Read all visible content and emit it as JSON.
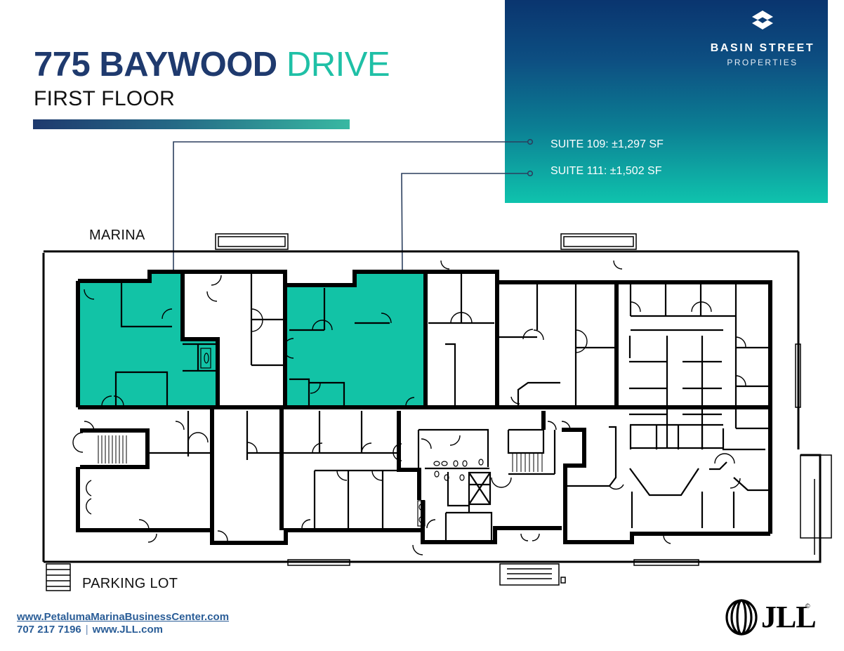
{
  "header": {
    "address_number_street": "775 BAYWOOD",
    "address_suffix": "DRIVE",
    "floor": "FIRST FLOOR"
  },
  "brand": {
    "logo_icon": "stacked-diamond-logo-icon",
    "name": "BASIN STREET",
    "subname": "PROPERTIES"
  },
  "suites": [
    {
      "label": "SUITE 109: ±1,297 SF",
      "suite": "109",
      "area_sf": "±1,297"
    },
    {
      "label": "SUITE 111: ±1,502 SF",
      "suite": "111",
      "area_sf": "±1,502"
    }
  ],
  "floorplan": {
    "top_label": "MARINA",
    "bottom_label": "PARKING LOT",
    "highlight_color": "#12c3a6",
    "wall_color": "#000000"
  },
  "footer": {
    "website": "www.PetalumaMarinaBusinessCenter.com",
    "phone": "707 217 7196",
    "separator": "|",
    "jll_website": "www.JLL.com"
  },
  "partner": {
    "logo_icon": "jll-rings-logo-icon",
    "name": "JLL",
    "mark": "©"
  },
  "colors": {
    "title_navy": "#1f3a6e",
    "title_teal": "#1fc0a6",
    "panel_top": "#0a356f",
    "panel_bottom": "#0fc3ad",
    "link_blue": "#2a5d97"
  }
}
